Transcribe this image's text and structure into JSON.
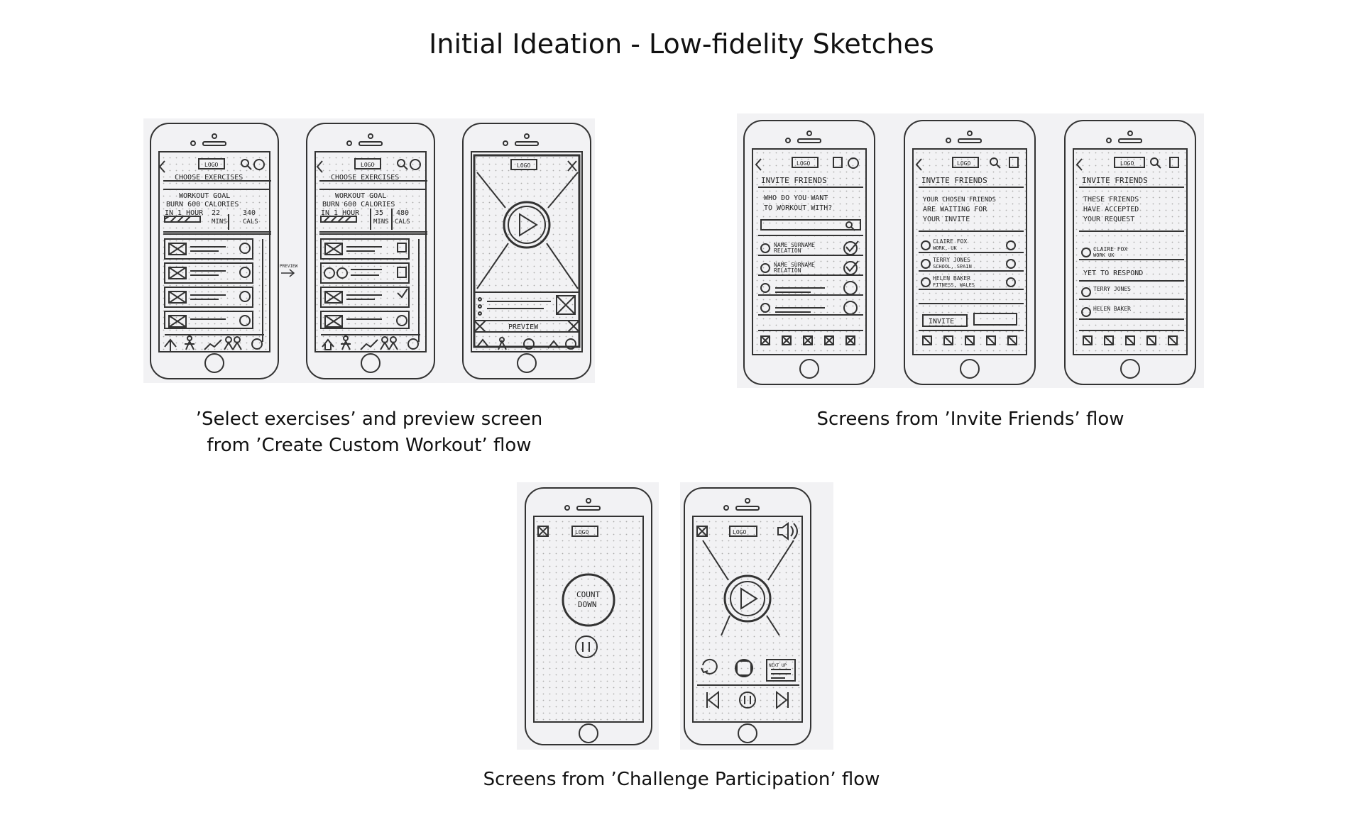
{
  "title": "Initial Ideation - Low-fidelity Sketches",
  "captions": {
    "workout": [
      "’Select exercises’ and preview screen",
      "from ’Create Custom Workout’ flow"
    ],
    "invite": "Screens from ’Invite Friends’ flow",
    "challenge": "Screens from ’Challenge Participation’ flow"
  },
  "sketch_text": {
    "logo": "LOGO",
    "choose_exercises": "CHOOSE EXERCISES",
    "workout_goal": "WORKOUT GOAL",
    "burn_600": "BURN 600 CALORIES",
    "in_1_hour": "IN 1 HOUR",
    "s1_mins": "22",
    "s1_cals": "340",
    "s2_mins": "35",
    "s2_cals": "480",
    "mins": "MINS",
    "cals": "CALS",
    "preview_arrow": "PREVIEW",
    "preview": "PREVIEW",
    "invite_friends": "INVITE FRIENDS",
    "who_line1": "WHO DO YOU WANT",
    "who_line2": "TO WORKOUT WITH?",
    "name_surname": "NAME SURNAME",
    "relation": "RELATION",
    "chosen_line1": "YOUR CHOSEN FRIENDS",
    "chosen_line2": "ARE WAITING FOR",
    "chosen_line3": "YOUR INVITE",
    "claire_fox": "CLAIRE FOX",
    "work_uk_a": "WORK, UK",
    "terry_jones": "TERRY JONES",
    "school_spain": "SCHOOL, SPAIN",
    "helen_baker": "HELEN BAKER",
    "fitness_wales": "FITNESS, WALES",
    "invite_btn": "INVITE",
    "accepted_line1": "THESE FRIENDS",
    "accepted_line2": "HAVE ACCEPTED",
    "accepted_line3": "YOUR REQUEST",
    "work_uk_b": "WORK UK",
    "yet_to_respond": "YET TO RESPOND",
    "count": "COUNT",
    "down": "DOWN",
    "next_up": "NEXT UP"
  }
}
